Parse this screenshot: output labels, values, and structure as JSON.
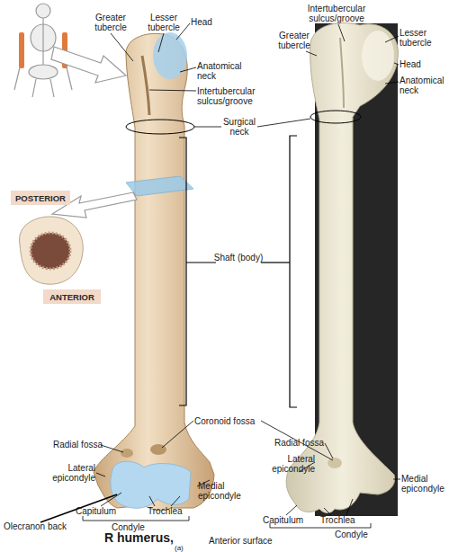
{
  "diagram": {
    "nodes": [
      {
        "text": [
          "POSTERIOR"
        ]
      },
      {
        "text": [
          "ANTERIOR"
        ]
      }
    ],
    "labels": [
      "Greater tubercle",
      "Lesser tubercle",
      "Head",
      "Anatomical neck",
      "Intertubercular sulcus/groove",
      "Surgical neck",
      "Shaft (body)",
      "Coronoid fossa",
      "Radial fossa",
      "Lateral epicondyle",
      "Medial epicondyle",
      "Capitulum",
      "Trochlea",
      "Condyle",
      "Olecranon back",
      "R humerus,",
      "Anterior surface",
      "(a)",
      "Intertubercular sulcus/groove",
      "Greater tubercle",
      "Lesser tubercle",
      "Head",
      "Anatomical neck",
      "Radial fossa",
      "Lateral epicondyle",
      "Medial epicondyle",
      "Capitulum",
      "Trochlea",
      "Condyle"
    ]
  }
}
